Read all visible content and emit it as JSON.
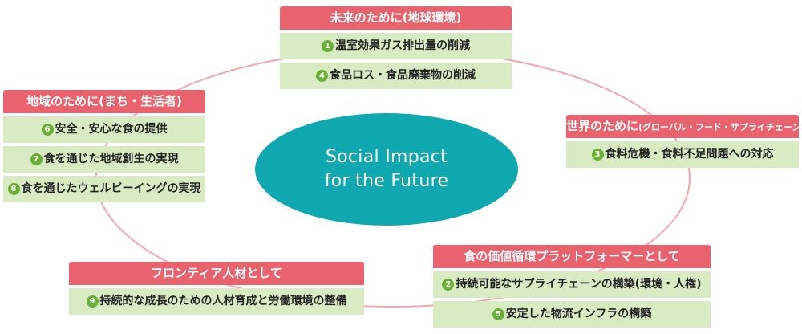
{
  "center": {
    "line1": "Social Impact",
    "line2": "for the Future"
  },
  "groups": {
    "future": {
      "title": "未来のために(地球環境)",
      "items": [
        {
          "num": "1",
          "text": "温室効果ガス排出量の削減"
        },
        {
          "num": "4",
          "text": "食品ロス・食品廃棄物の削減"
        }
      ]
    },
    "local": {
      "title": "地域のために(まち・生活者)",
      "items": [
        {
          "num": "6",
          "text": "安全・安心な食の提供"
        },
        {
          "num": "7",
          "text": "食を通じた地域創生の実現"
        },
        {
          "num": "8",
          "text": "食を通じたウェルビーイングの実現"
        }
      ]
    },
    "world": {
      "title": "世界のために",
      "title_small": "(グローバル・フード・サプライチェーン)",
      "items": [
        {
          "num": "3",
          "text": "食料危機・食料不足問題への対応"
        }
      ]
    },
    "food": {
      "title": "食の価値循環プラットフォーマーとして",
      "items": [
        {
          "num": "2",
          "text": "持続可能なサプライチェーンの構築(環境・人権)"
        },
        {
          "num": "5",
          "text": "安定した物流インフラの構築"
        }
      ]
    },
    "frontier": {
      "title": "フロンティア人材として",
      "items": [
        {
          "num": "9",
          "text": "持続的な成長のための人材育成と労働環境の整備"
        }
      ]
    }
  },
  "colors": {
    "header": "#e8636d",
    "item": "#d9ebc3",
    "badge": "#6aaf35",
    "center": "#0fa8b0",
    "ring": "#f1a9ae"
  }
}
